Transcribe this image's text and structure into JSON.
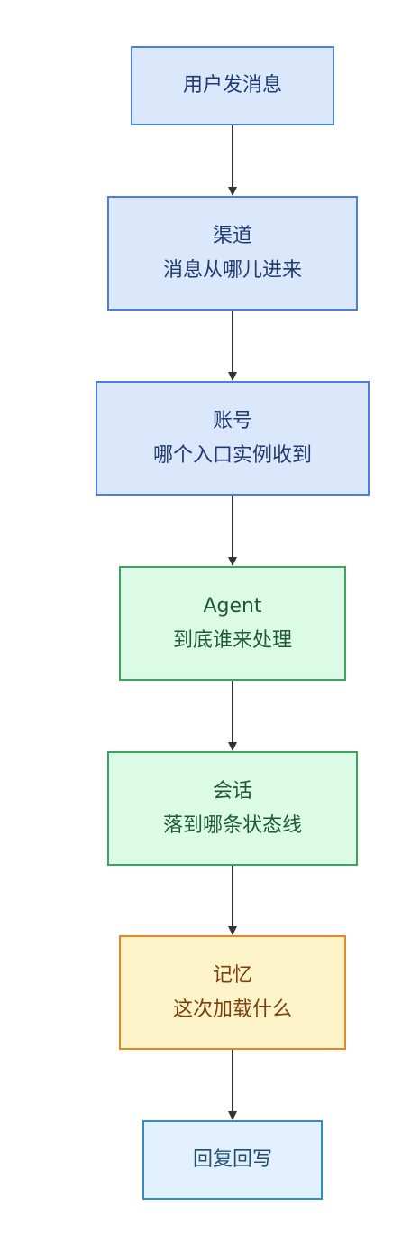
{
  "diagram": {
    "nodes": [
      {
        "id": "user-message",
        "lines": [
          "用户发消息"
        ],
        "color": "#dbe8fc"
      },
      {
        "id": "channel",
        "lines": [
          "渠道",
          "消息从哪儿进来"
        ],
        "color": "#dbe8fc"
      },
      {
        "id": "account",
        "lines": [
          "账号",
          "哪个入口实例收到"
        ],
        "color": "#dbe8fc"
      },
      {
        "id": "agent",
        "lines": [
          "Agent",
          "到底谁来处理"
        ],
        "color": "#dbfbe6"
      },
      {
        "id": "session",
        "lines": [
          "会话",
          "落到哪条状态线"
        ],
        "color": "#dbfbe6"
      },
      {
        "id": "memory",
        "lines": [
          "记忆",
          "这次加载什么"
        ],
        "color": "#fdf3c8"
      },
      {
        "id": "reply",
        "lines": [
          "回复回写"
        ],
        "color": "#e2f1fd"
      }
    ],
    "edges": [
      [
        "user-message",
        "channel"
      ],
      [
        "channel",
        "account"
      ],
      [
        "account",
        "agent"
      ],
      [
        "agent",
        "session"
      ],
      [
        "session",
        "memory"
      ],
      [
        "memory",
        "reply"
      ]
    ],
    "edge_color": "#333333"
  }
}
